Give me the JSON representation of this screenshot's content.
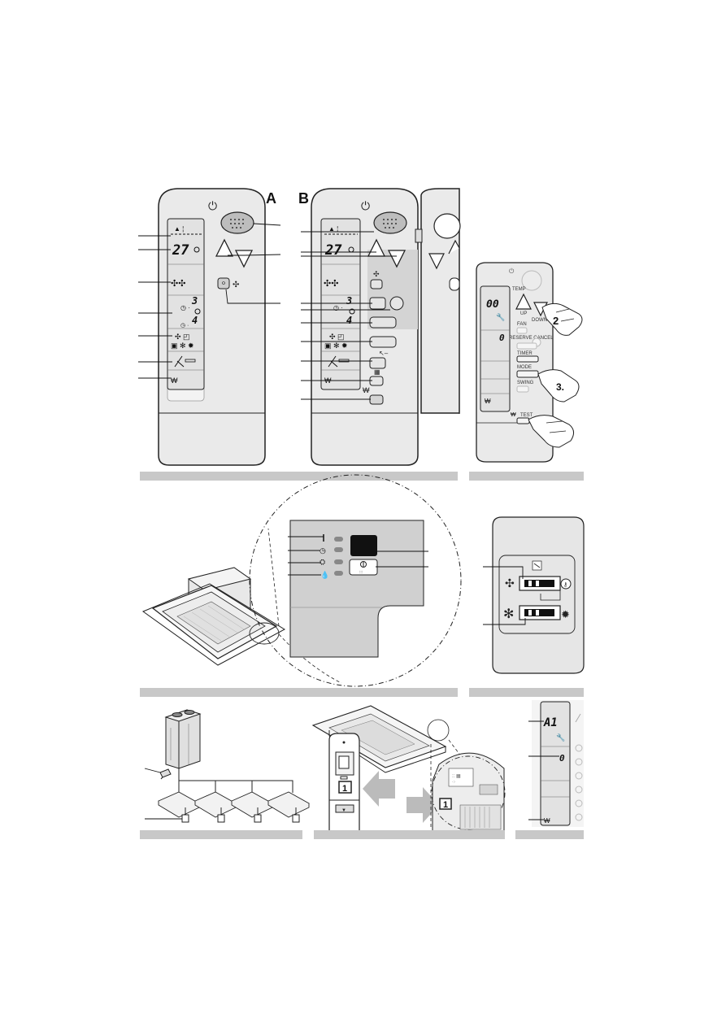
{
  "labels": {
    "remote_a": "A",
    "remote_b": "B",
    "step_2": "2",
    "step_3": "3."
  },
  "remote_a": {
    "temp_display": "27",
    "timer_on": "3",
    "timer_off": "4"
  },
  "remote_b": {
    "temp_display": "27",
    "timer_on": "3",
    "timer_off": "4"
  },
  "service_remote": {
    "temp_label": "TEMP",
    "up_label": "UP",
    "down_label": "DOWN",
    "fan_label": "FAN",
    "reserve_label": "RESERVE CANCEL",
    "timer_label": "TIMER",
    "mode_label": "MODE",
    "swing_label": "SWING",
    "test_label": "TEST",
    "code_display": "00",
    "unit_display": "0"
  },
  "diagnostic_panel": {
    "code_display": "A1",
    "unit_display": "0"
  },
  "unit_id": {
    "number_remote": "1",
    "number_unit": "1"
  }
}
